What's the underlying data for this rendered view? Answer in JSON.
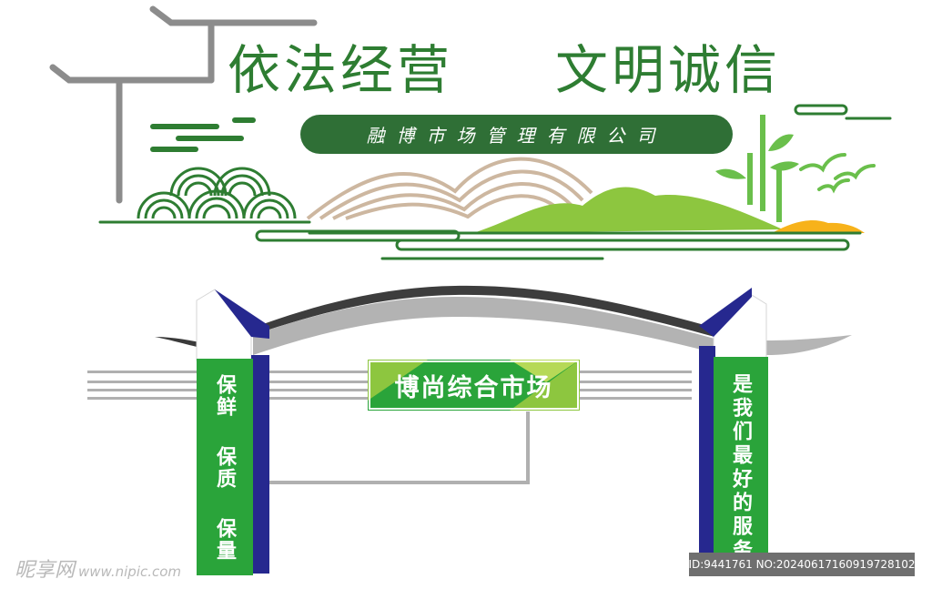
{
  "slogan": {
    "left": "依法经营",
    "right": "文明诚信"
  },
  "company": "融博市场管理有限公司",
  "gate": {
    "market_name": "博尚综合市场",
    "left_pillar": [
      "保鲜",
      "保质",
      "保量"
    ],
    "right_pillar": "是我们最好的服务"
  },
  "watermark": {
    "left_brand": "昵享网",
    "left_url": "www.nipic.com",
    "right_id": "ID:9441761 NO:20240617160919728102"
  },
  "colors": {
    "dark_green": "#2f6f36",
    "green": "#2aa43a",
    "light_green": "#8dc63f",
    "navy": "#26288f",
    "tan": "#cdb7a0",
    "gray": "#8c8c8c",
    "orange": "#f7b21a"
  }
}
